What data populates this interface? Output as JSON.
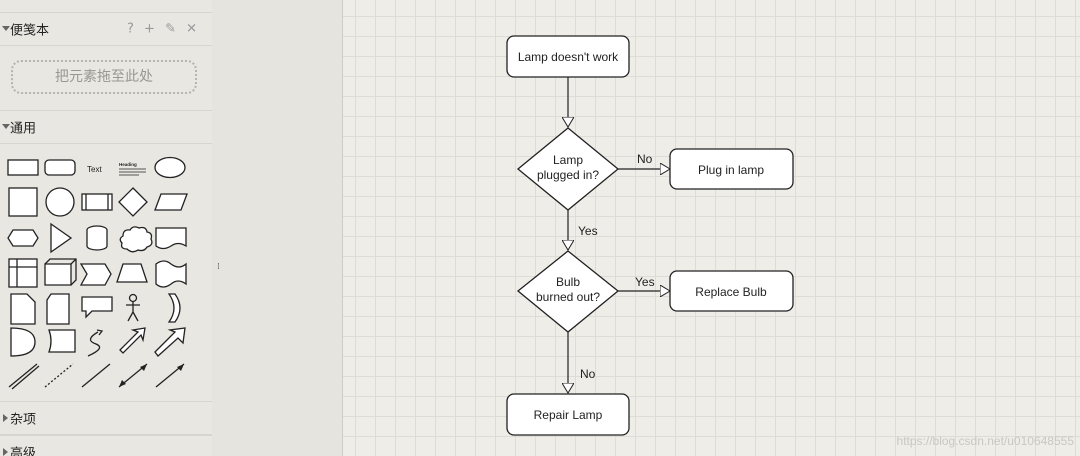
{
  "sidebar": {
    "scratchpad": {
      "title": "便笺本",
      "tools": "? + ✎ ✕",
      "drop_hint": "把元素拖至此处"
    },
    "general": {
      "title": "通用",
      "text_shape_label": "Text",
      "heading_shape_label": "Heading"
    },
    "misc": {
      "title": "杂项"
    },
    "advanced": {
      "title": "高级"
    }
  },
  "collapse_handle": "⁞",
  "flowchart": {
    "nodes": {
      "start": "Lamp doesn't work",
      "decision1_line1": "Lamp",
      "decision1_line2": "plugged in?",
      "plug": "Plug in lamp",
      "decision2_line1": "Bulb",
      "decision2_line2": "burned out?",
      "replace": "Replace Bulb",
      "repair": "Repair Lamp"
    },
    "edges": {
      "d1_no": "No",
      "d1_yes": "Yes",
      "d2_yes": "Yes",
      "d2_no": "No"
    }
  },
  "watermark": "https://blog.csdn.net/u010648555"
}
